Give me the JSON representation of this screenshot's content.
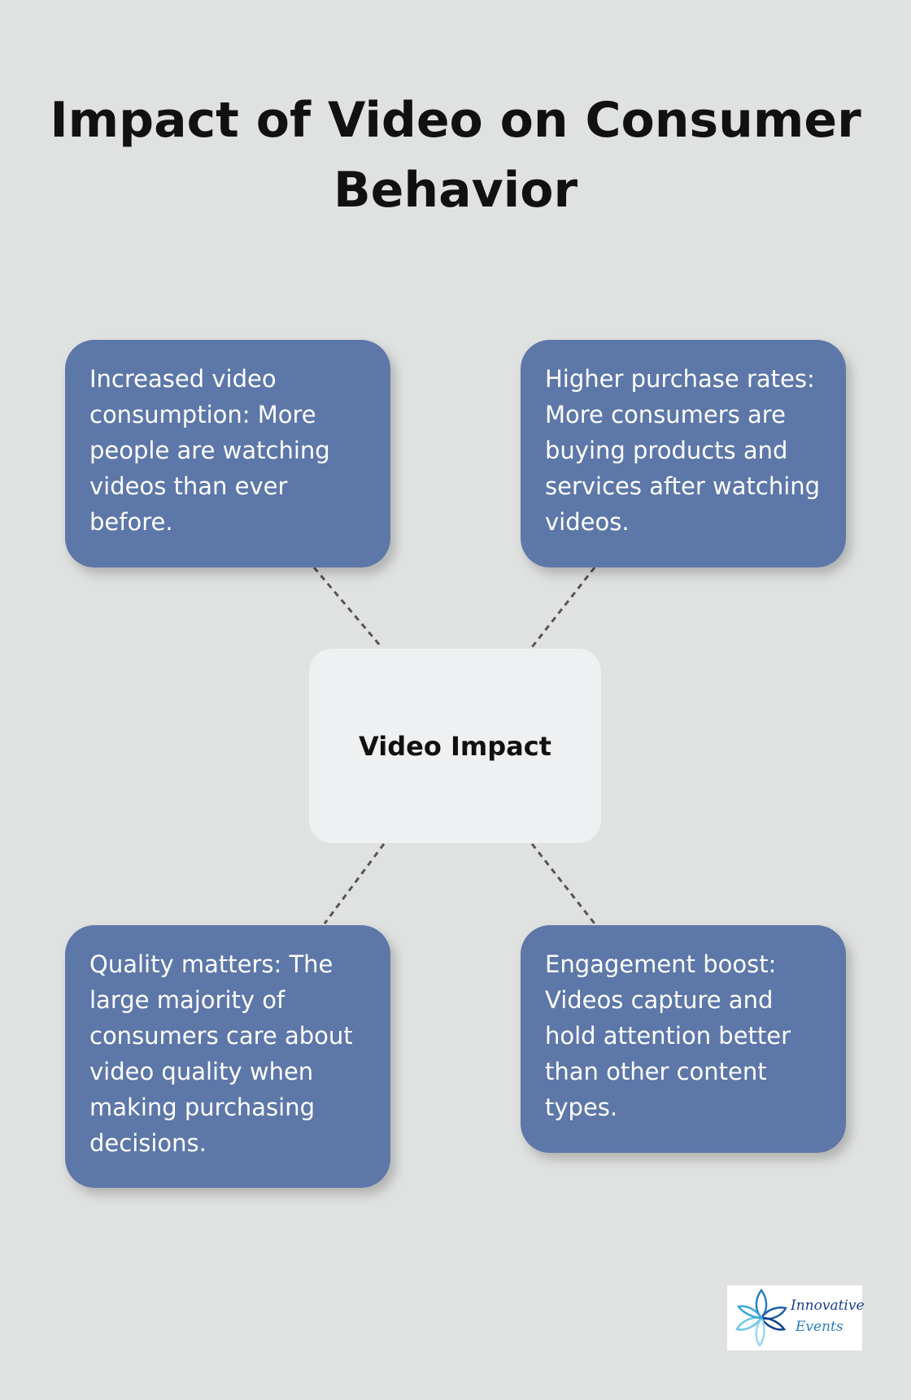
{
  "title": "Impact of Video on Consumer Behavior",
  "center": {
    "label": "Video Impact"
  },
  "nodes": [
    {
      "text": "Increased video consumption: More people are watching videos than ever before."
    },
    {
      "text": "Higher purchase rates: More consumers are buying products and services after watching videos."
    },
    {
      "text": "Quality matters: The large majority of consumers care about video quality when making purchasing decisions."
    },
    {
      "text": "Engagement boost: Videos capture and hold attention better than other content types."
    }
  ],
  "logo": {
    "line1": "Innovative",
    "line2": "Events"
  },
  "colors": {
    "background": "#e0e2e1",
    "node": "#5d77a8",
    "center": "#eff0f1"
  }
}
